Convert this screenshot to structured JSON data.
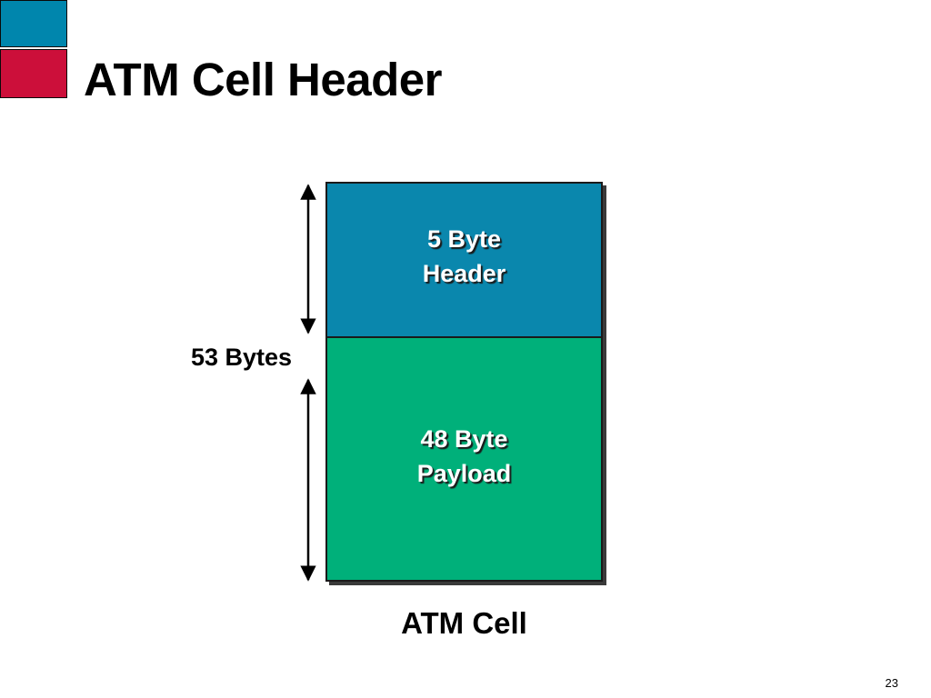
{
  "title": "ATM Cell Header",
  "cell": {
    "header_line1": "5 Byte",
    "header_line2": "Header",
    "payload_line1": "48 Byte",
    "payload_line2": "Payload",
    "caption": "ATM Cell"
  },
  "dimension_label": "53 Bytes",
  "page_number": "23",
  "colors": {
    "logo_top": "#0086ad",
    "logo_bottom": "#cc0f3a",
    "header_block": "#0a87ad",
    "payload_block": "#00b07a"
  }
}
